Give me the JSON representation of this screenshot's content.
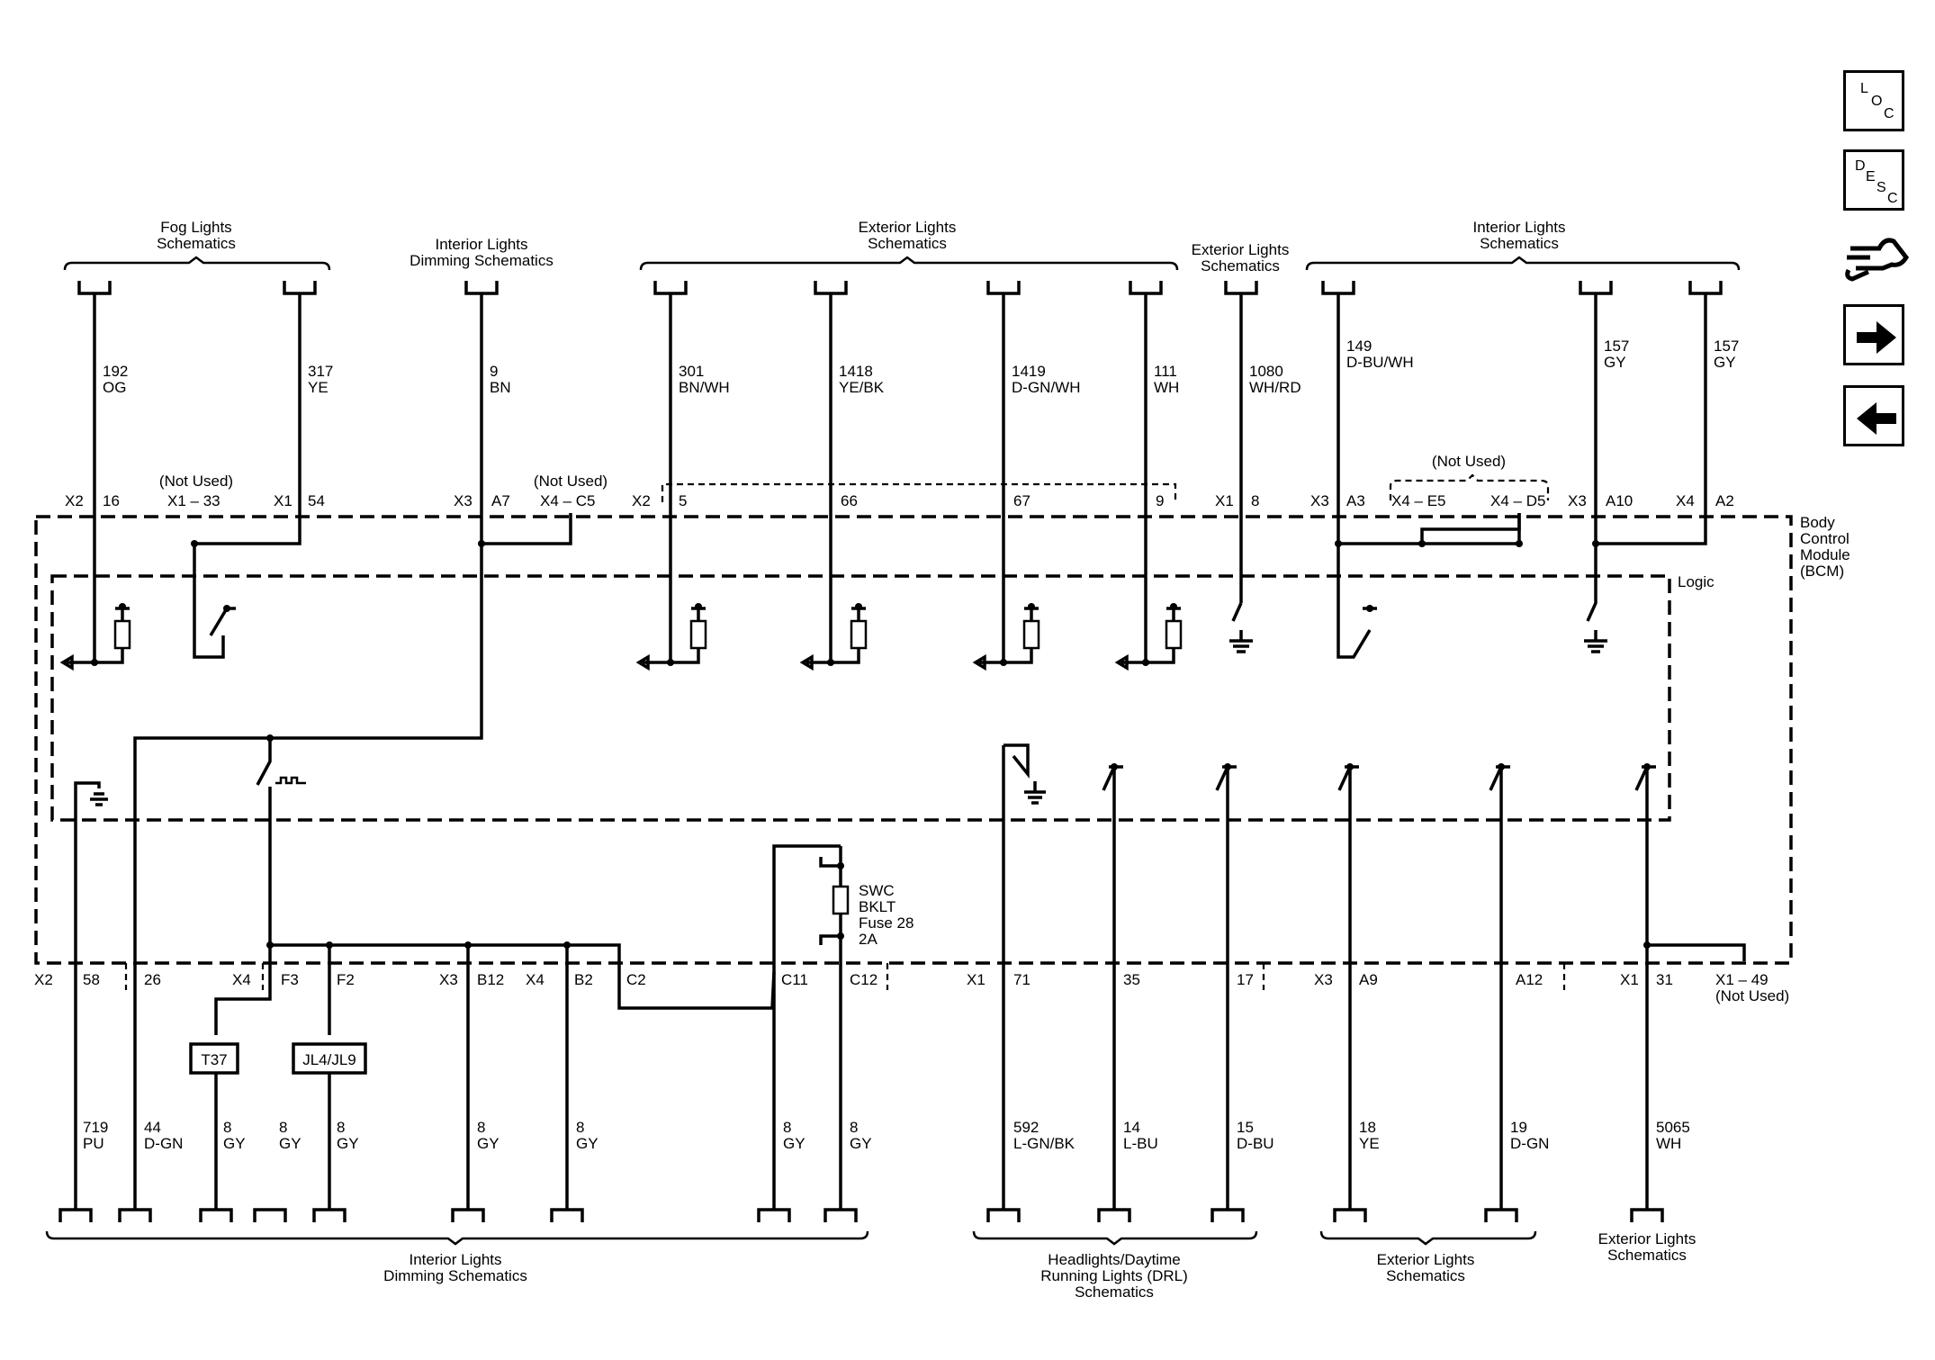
{
  "groups": {
    "fog": "Fog Lights\nSchematics",
    "intdim_top": "Interior Lights\nDimming Schematics",
    "ext_top": "Exterior Lights\nSchematics",
    "ext_top2": "Exterior Lights\nSchematics",
    "int_top": "Interior Lights\nSchematics",
    "intdim_bot": "Interior Lights\nDimming Schematics",
    "drl_bot": "Headlights/Daytime\nRunning Lights (DRL)\nSchematics",
    "ext_bot": "Exterior Lights\nSchematics",
    "ext_bot2": "Exterior Lights\nSchematics"
  },
  "module": {
    "name": "Body\nControl\nModule\n(BCM)",
    "logic": "Logic"
  },
  "top_wires": [
    {
      "ckt": "192",
      "color": "OG"
    },
    {
      "ckt": "317",
      "color": "YE"
    },
    {
      "ckt": "9",
      "color": "BN"
    },
    {
      "ckt": "301",
      "color": "BN/WH"
    },
    {
      "ckt": "1418",
      "color": "YE/BK"
    },
    {
      "ckt": "1419",
      "color": "D-GN/WH"
    },
    {
      "ckt": "111",
      "color": "WH"
    },
    {
      "ckt": "1080",
      "color": "WH/RD"
    },
    {
      "ckt": "149",
      "color": "D-BU/WH"
    },
    {
      "ckt": "157",
      "color": "GY"
    },
    {
      "ckt": "157",
      "color": "GY"
    }
  ],
  "top_pins": {
    "p1": [
      "X2",
      "16"
    ],
    "p2": [
      "X1 – 33"
    ],
    "p3": [
      "X1",
      "54"
    ],
    "p4": [
      "X3",
      "A7"
    ],
    "p5": [
      "X4 – C5"
    ],
    "p6": [
      "X2",
      "5"
    ],
    "p7": [
      "66"
    ],
    "p8": [
      "67"
    ],
    "p9": [
      "9"
    ],
    "p10": [
      "X1",
      "8"
    ],
    "p11": [
      "X3",
      "A3"
    ],
    "p12": [
      "X4 – E5"
    ],
    "p13": [
      "X4 – D5"
    ],
    "p14": [
      "X3",
      "A10"
    ],
    "p15": [
      "X4",
      "A2"
    ],
    "not_used_1": "(Not Used)",
    "not_used_2": "(Not Used)",
    "not_used_3": "(Not Used)"
  },
  "bottom_pins": {
    "b1": [
      "X2",
      "58"
    ],
    "b2": [
      "26"
    ],
    "b3": [
      "X4",
      "F3"
    ],
    "b4": [
      "F2"
    ],
    "b5": [
      "X3",
      "B12"
    ],
    "b6": [
      "X4",
      "B2"
    ],
    "b7": [
      "C2"
    ],
    "b8": [
      "C11"
    ],
    "b9": [
      "C12"
    ],
    "b10": [
      "X1",
      "71"
    ],
    "b11": [
      "35"
    ],
    "b12": [
      "17"
    ],
    "b13": [
      "X3",
      "A9"
    ],
    "b14": [
      "A12"
    ],
    "b15": [
      "X1",
      "31"
    ],
    "b16": "X1 – 49\n(Not Used)"
  },
  "bottom_wires": [
    {
      "ckt": "719",
      "color": "PU"
    },
    {
      "ckt": "44",
      "color": "D-GN"
    },
    {
      "ckt": "8",
      "color": "GY"
    },
    {
      "ckt": "8",
      "color": "GY"
    },
    {
      "ckt": "8",
      "color": "GY"
    },
    {
      "ckt": "8",
      "color": "GY"
    },
    {
      "ckt": "8",
      "color": "GY"
    },
    {
      "ckt": "8",
      "color": "GY"
    },
    {
      "ckt": "8",
      "color": "GY"
    },
    {
      "ckt": "592",
      "color": "L-GN/BK"
    },
    {
      "ckt": "14",
      "color": "L-BU"
    },
    {
      "ckt": "15",
      "color": "D-BU"
    },
    {
      "ckt": "18",
      "color": "YE"
    },
    {
      "ckt": "19",
      "color": "D-GN"
    },
    {
      "ckt": "5065",
      "color": "WH"
    }
  ],
  "options": {
    "t37": "T37",
    "jl": "JL4/JL9"
  },
  "fuse": "SWC\nBKLT\nFuse 28\n2A",
  "nav": {
    "loc": [
      "L",
      "O",
      "C"
    ],
    "desc": [
      "D",
      "E",
      "S",
      "C"
    ]
  }
}
